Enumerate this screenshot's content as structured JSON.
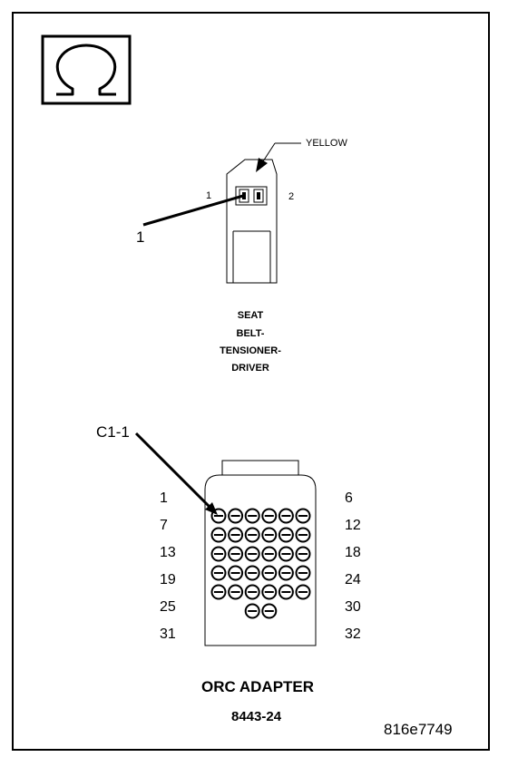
{
  "symbol": {
    "icon": "ohm-icon"
  },
  "top_connector": {
    "color_label": "YELLOW",
    "pin_left": "1",
    "pin_right": "2",
    "callout": "1",
    "caption_lines": [
      "SEAT",
      "BELT-",
      "TENSIONER-",
      "DRIVER"
    ]
  },
  "adapter": {
    "callout": "C1-1",
    "left_pins": [
      "1",
      "7",
      "13",
      "19",
      "25",
      "31"
    ],
    "right_pins": [
      "6",
      "12",
      "18",
      "24",
      "30",
      "32"
    ],
    "title": "ORC ADAPTER",
    "part_number": "8443-24"
  },
  "figure_id": "816e7749"
}
